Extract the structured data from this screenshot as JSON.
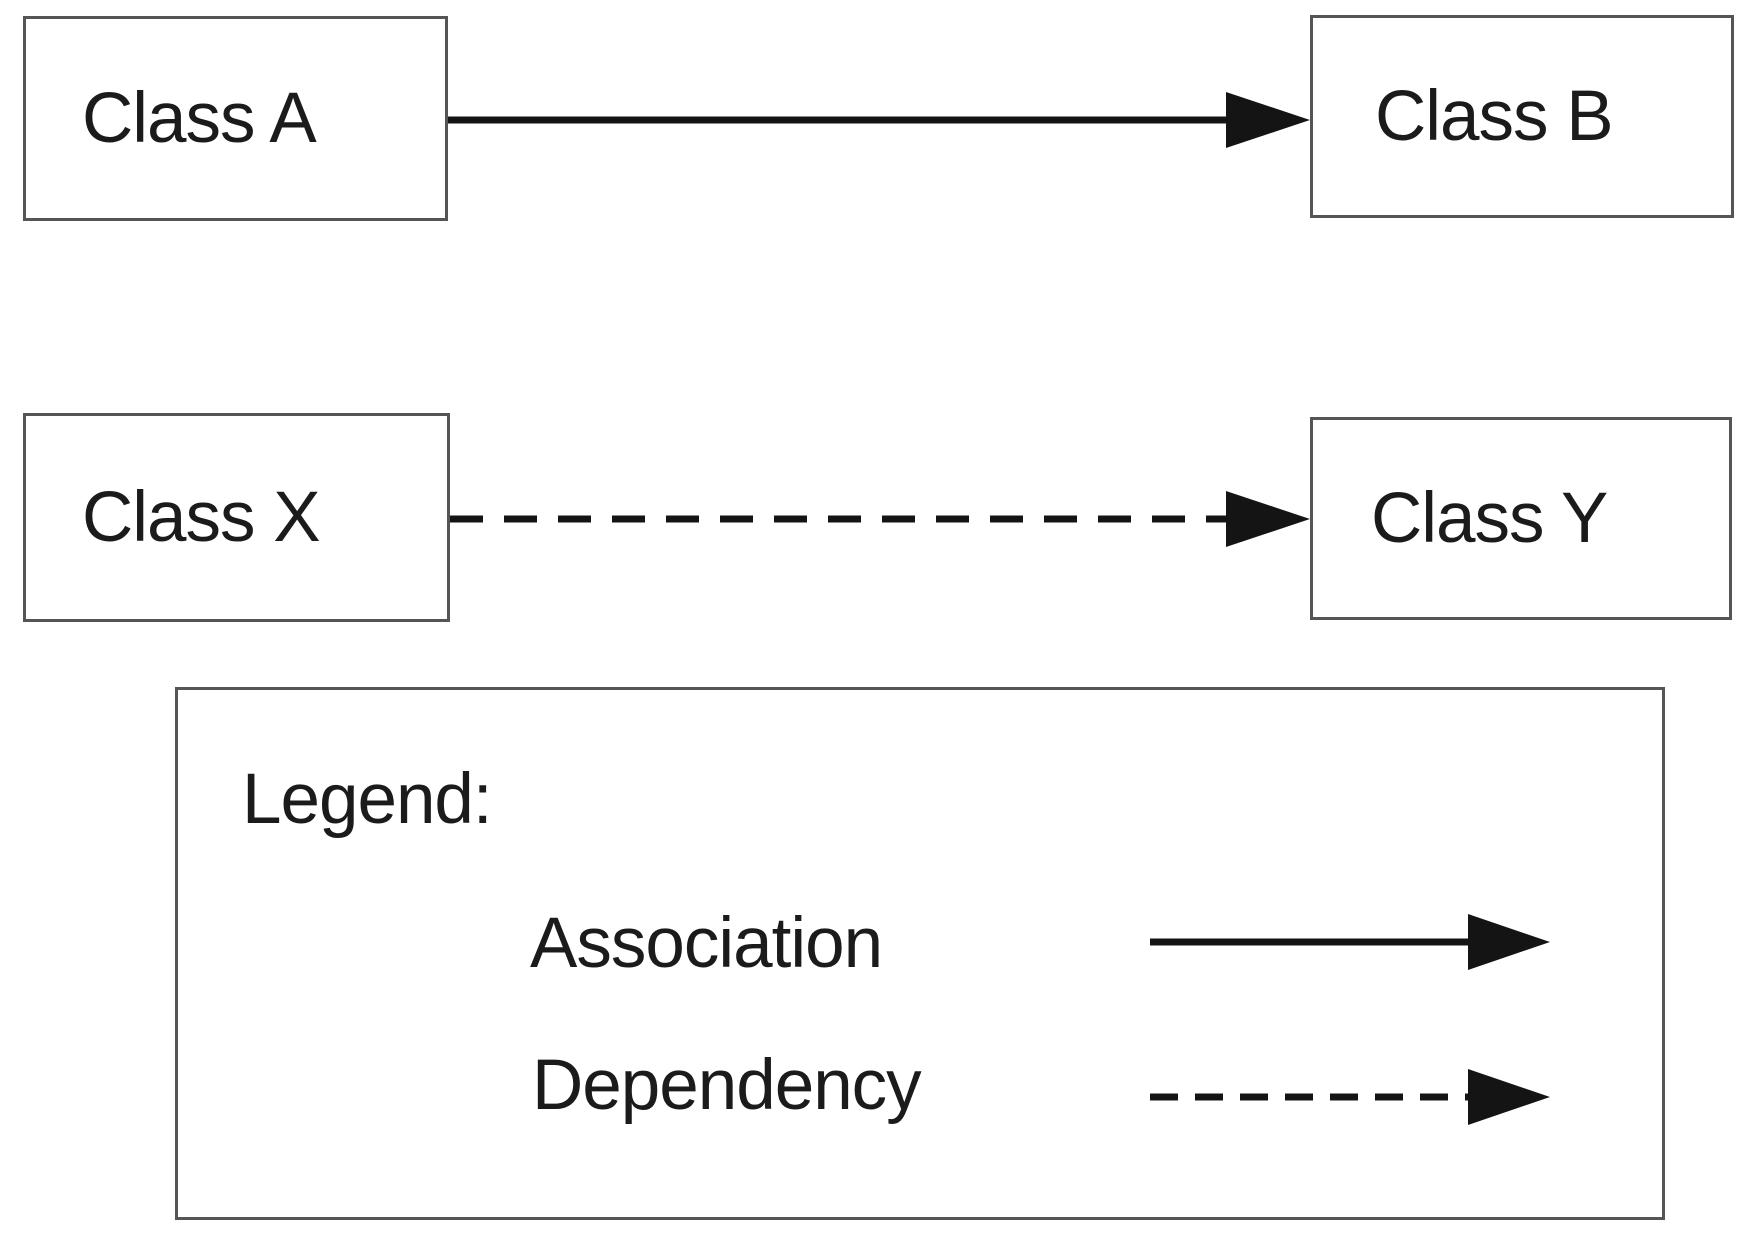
{
  "diagram_type": "uml-class-relationship-diagram",
  "nodes": [
    {
      "id": "class-a",
      "label": "Class A"
    },
    {
      "id": "class-b",
      "label": "Class B"
    },
    {
      "id": "class-x",
      "label": "Class X"
    },
    {
      "id": "class-y",
      "label": "Class Y"
    }
  ],
  "edges": [
    {
      "from": "Class A",
      "to": "Class B",
      "type": "association",
      "line_style": "solid",
      "arrowhead": "filled-triangle"
    },
    {
      "from": "Class X",
      "to": "Class Y",
      "type": "dependency",
      "line_style": "dashed",
      "arrowhead": "filled-triangle"
    }
  ],
  "legend": {
    "title": "Legend:",
    "items": [
      {
        "label": "Association",
        "line_style": "solid",
        "arrowhead": "filled-triangle"
      },
      {
        "label": "Dependency",
        "line_style": "dashed",
        "arrowhead": "filled-triangle"
      }
    ]
  },
  "colors": {
    "background": "#ffffff",
    "box_border": "#555555",
    "arrow_line": "#141414",
    "text": "#1b1b1b"
  }
}
